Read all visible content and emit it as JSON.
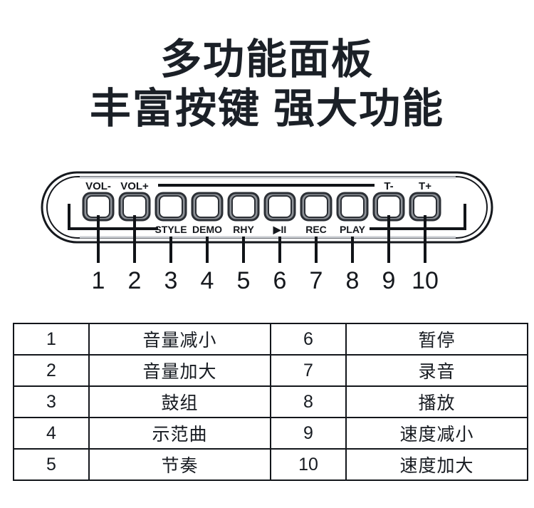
{
  "headline": {
    "line1": "多功能面板",
    "line2": "丰富按键 强大功能"
  },
  "panel": {
    "top_labels": [
      {
        "key": "vol-minus",
        "text": "VOL-"
      },
      {
        "key": "vol-plus",
        "text": "VOL+"
      },
      {
        "key": "tempo-minus",
        "text": "T-"
      },
      {
        "key": "tempo-plus",
        "text": "T+"
      }
    ],
    "bottom_labels": [
      {
        "key": "style",
        "text": "STYLE"
      },
      {
        "key": "demo",
        "text": "DEMO"
      },
      {
        "key": "rhy",
        "text": "RHY"
      },
      {
        "key": "play-pause",
        "text": "▶II"
      },
      {
        "key": "rec",
        "text": "REC"
      },
      {
        "key": "play",
        "text": "PLAY"
      }
    ],
    "callout_numbers": [
      "1",
      "2",
      "3",
      "4",
      "5",
      "6",
      "7",
      "8",
      "9",
      "10"
    ],
    "button_count": 10,
    "colors": {
      "outline": "#15181d",
      "button_frame": "#2b2f35",
      "button_inner": "#ffffff",
      "button_shade": "#8d9197",
      "leader_line": "#111418"
    }
  },
  "legend": {
    "rows": [
      {
        "num_left": "1",
        "label_left": "音量减小",
        "num_right": "6",
        "label_right": "暂停"
      },
      {
        "num_left": "2",
        "label_left": "音量加大",
        "num_right": "7",
        "label_right": "录音"
      },
      {
        "num_left": "3",
        "label_left": "鼓组",
        "num_right": "8",
        "label_right": "播放"
      },
      {
        "num_left": "4",
        "label_left": "示范曲",
        "num_right": "9",
        "label_right": "速度减小"
      },
      {
        "num_left": "5",
        "label_left": "节奏",
        "num_right": "10",
        "label_right": "速度加大"
      }
    ]
  }
}
